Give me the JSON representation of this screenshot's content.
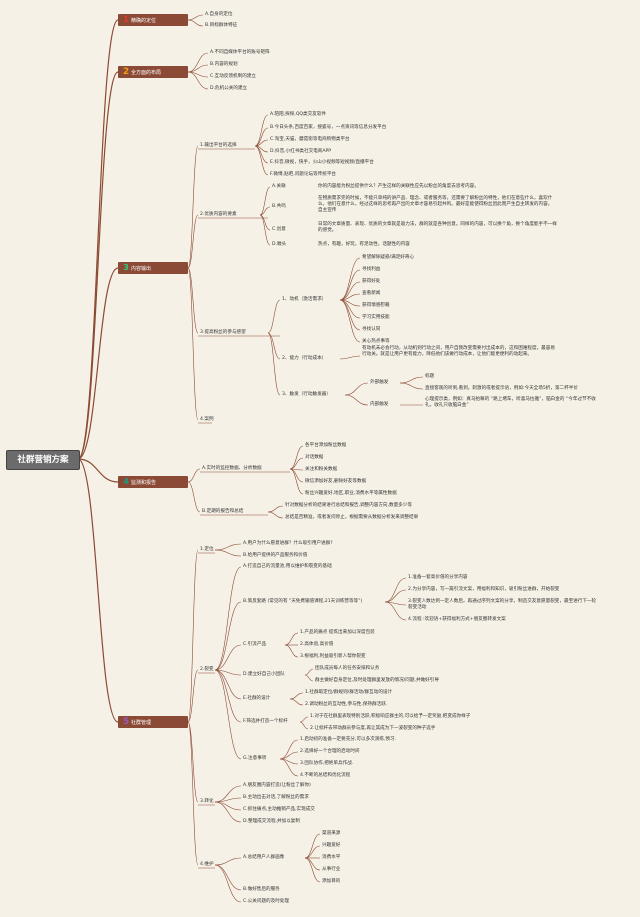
{
  "root": "社群营销方案",
  "sections": [
    {
      "num": "1",
      "title": "精确的定位",
      "items": [
        "A.自身的定位",
        "B.目标群体特征"
      ]
    },
    {
      "num": "2",
      "title": "全方面的布局",
      "items": [
        "A.不同自媒体平台的账号矩阵",
        "B.内容的规划",
        "C.互动反馈机制的建立",
        "D.危机公关的建立"
      ]
    },
    {
      "num": "3",
      "title": "内容输出",
      "channels_title": "1.输出平台的选择",
      "channels": [
        "A.陌陌,探探,QQ类交友软件",
        "B.今日头条,百度百家，搜狐号，一点资讯等信息分发平台",
        "C.淘宝,天猫，蘑菇街等电商购物类平台",
        "D.抖音,小红书类社交电商APP",
        "E.抖音,微视，快手，火山小视频等短视频/直播平台",
        "F.微博,贴吧,问题论坛等传统平台"
      ],
      "elements_title": "2.优质内容的要素",
      "elements": [
        {
          "label": "A.关联",
          "text": "你的内容能为粉丝提供什么？产生这样的关联性应先以粉丝的角度去思考内容。"
        },
        {
          "label": "B.共鸣",
          "text": "在物质需求完的时候，不能只单纯的讲产品、理念、或者服务等，还需要了解粉丝的特性，他们在意些什么，喜欢什么，他们在意什么，经过这样的思考再产出的文章才容易引起共鸣。最好是能使得粉丝因此而产生自主转发的内容。自主宣传"
        },
        {
          "label": "C.创意",
          "text": "日常的文章质量、表现、优质的文章就是吸力法，群的就是各种创意。同样的内容，可以换个角，换个角度能手不一样的感觉。"
        },
        {
          "label": "D.噱头",
          "text": "热点，有趣，好玩，有足动性，话题性的内容"
        }
      ],
      "participation_title": "3.提高粉丝的参与感望",
      "motivation_label": "1、动机（激活需求）",
      "motivations": [
        "希望解除疑惑/满足好奇心",
        "寻找利益",
        "获得好处",
        "查看新闻",
        "获得情感慰藉",
        "学习实用技能",
        "寻找认同",
        "关心热点事等"
      ],
      "ability_label": "2、能力（行动成本）",
      "ability_text": "有动机未必会行动，从动机到行动之间，用户自我改变需要付出成本的，这和困难程度，最容易行动关。就是让用户更有能力，降低他们该做行动成本，让他们能更便利的动起来。",
      "trigger_label": "3、触发（行动触发器）",
      "external_label": "外部触发",
      "external_items": [
        "标题",
        "直接客观的听到,看到，刺激的或者提示语，例如:今天全场5折，第二杯半价"
      ],
      "internal_label": "内部触发",
      "internal_text": "心理提示类，例如：真马抬嘛的 “路上堵车，听喜马拉雅”，脑白金的 “今年过节不收礼，收礼只收脑白金”",
      "cases_title": "4.案例"
    },
    {
      "num": "4",
      "title": "监测和报告",
      "monitor_title": "A.实时的监控数据、分析数据",
      "monitor_items": [
        "各平台添加粉丝数据",
        "对话数据",
        "关注和粉关数据",
        "微信添加好友,删除好友等数据",
        "粉丝兴趣爱好,地区,职业,消费水平等属性数据"
      ],
      "summary_title": "B.定期的报告和总结",
      "summary_items": [
        "针对数据分析的结果进行总结和报告,调整内容方向,数量多少等",
        "总结是否精准，或者发问停止，根据需要从数据分析发来调整结果"
      ]
    },
    {
      "num": "5",
      "title": "社群管理",
      "position_title": "1.定位",
      "position_items": [
        "A.用户为什么愿意进群？什么吸引用户进群?",
        "B.给用户提供的产品服务和价值"
      ],
      "build_title": "2.裂变",
      "build_a": "A.打造自己的流量池,用以维护和裂变的基础",
      "build_b": "B.策反套路 (常见的有 \"天免费输值课程,21天训练营等等\")",
      "build_b_items": [
        "1.准备一套高价值的分享内容",
        "2.为分享内容，写一篇引流文案，用福利和知识，吸引粉丝进群，开始裂变",
        "3.裂变人数达到一定人数后，再通过序列文案的分享，制造交友意愿量裂变，最至进行下一轮裂变活动",
        "4.流程 :欢迎语+获得福利方式+朋友圈转发文案"
      ],
      "build_c": "C.引流产品",
      "build_c_items": [
        "1.产品的痛点 提炼出来加以深度包装",
        "2.高体验,高价值",
        "3.根福利,利益吸引新人帮你裂变"
      ],
      "build_d": "D.建立好自己小团队",
      "build_d_items": [
        "团队成员每人的任务安排和认务",
        "群主做好自身定位,及时处理群里发放的情况/问题,并做好引导"
      ],
      "build_e": "E.社群的设计",
      "build_e_items": [
        "1.社群取定位/群规则/群活动/群互动的设计",
        "2.调动粉丝的互动性,参与性,保持群活跃."
      ],
      "build_f": "F.筛选并打造一个标杆",
      "build_f_items": [
        "1.对于在社群里表现特别活跃,积极响应群主的,可以给予一定奖励,把变成你样子",
        "2.让标杆去带动群员参与度,再让其成为下一波裂变的种子选手"
      ],
      "build_g": "G.注意事项",
      "build_g_items": [
        "1.启动初的准备一定要充分,可以多次演练,预习.",
        "2.选择好一个合理的启动时间",
        "3.团队协作,把绝单兵作战.",
        "4.不断的总结和优化流程"
      ],
      "convert_title": "3.转化",
      "convert_items": [
        "A.朋友圈内容打造(让粉丝了解你)",
        "B.主动出击对话,了解粉丝的需求",
        "C.抓住痛点,主动推销产品,实现成交",
        "D.整理成交流程,并加以复制"
      ],
      "maintain_title": "4.维护",
      "maintain_a": "A.总结用户人群画像",
      "maintain_a_items": [
        "渠道来源",
        "兴趣爱好",
        "消费水平",
        "从事行业",
        "添加目的"
      ],
      "maintain_b": "B.做好售后的服务",
      "maintain_c": "C.公关问题的及时处理"
    }
  ]
}
